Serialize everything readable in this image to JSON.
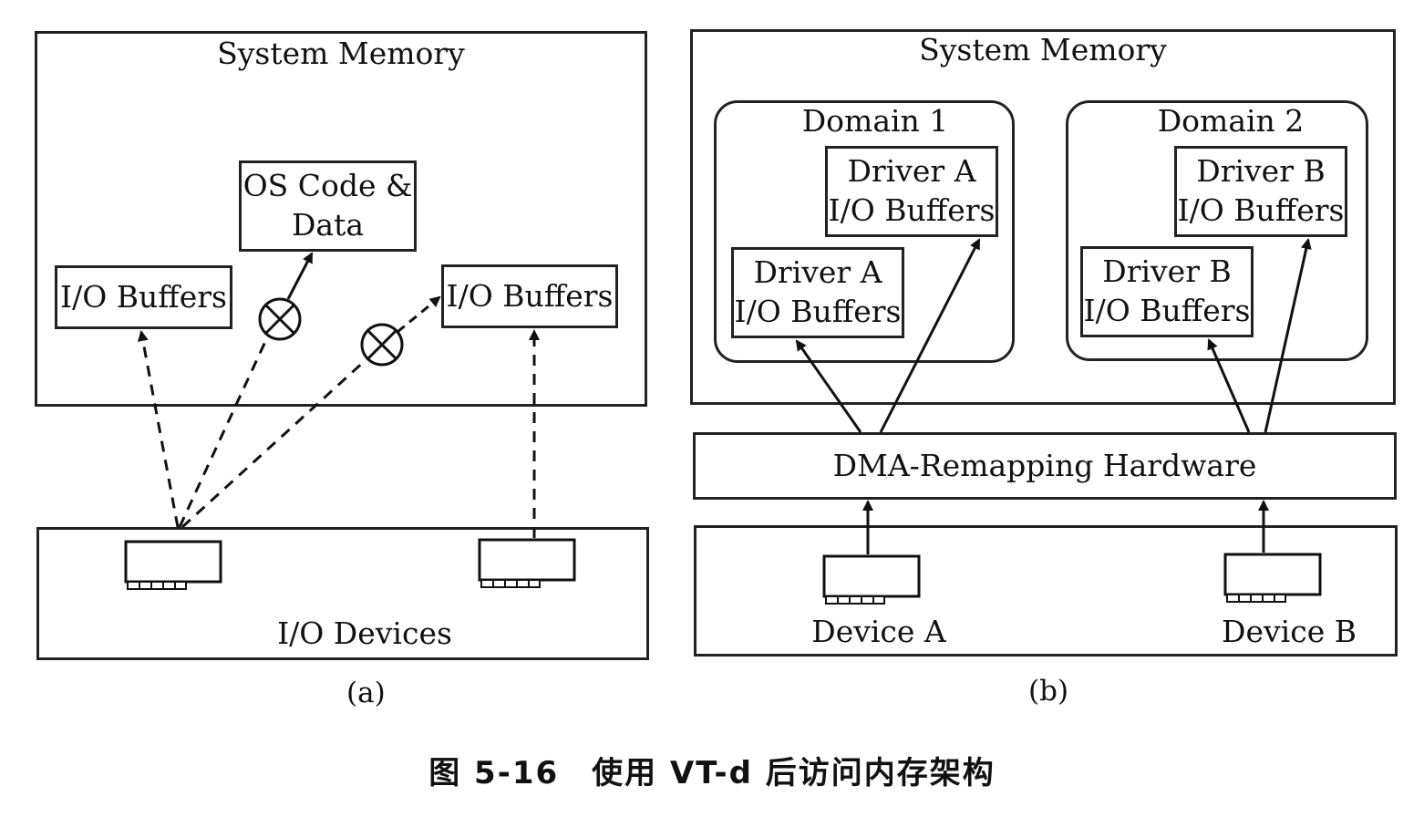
{
  "panel_a": {
    "system_memory_label": "System Memory",
    "os_code_line1": "OS Code &",
    "os_code_line2": "Data",
    "io_buffers_left": "I/O Buffers",
    "io_buffers_right": "I/O Buffers",
    "io_devices_label": "I/O Devices",
    "caption": "(a)"
  },
  "panel_b": {
    "system_memory_label": "System Memory",
    "domain1_label": "Domain 1",
    "domain2_label": "Domain 2",
    "d1_buf_top_line1": "Driver A",
    "d1_buf_top_line2": "I/O Buffers",
    "d1_buf_bottom_line1": "Driver A",
    "d1_buf_bottom_line2": "I/O Buffers",
    "d2_buf_top_line1": "Driver B",
    "d2_buf_top_line2": "I/O Buffers",
    "d2_buf_bottom_line1": "Driver B",
    "d2_buf_bottom_line2": "I/O Buffers",
    "dma_label": "DMA-Remapping Hardware",
    "device_a_label": "Device A",
    "device_b_label": "Device B",
    "caption": "(b)"
  },
  "figure_caption": "图 5-16　使用 VT-d 后访问内存架构"
}
